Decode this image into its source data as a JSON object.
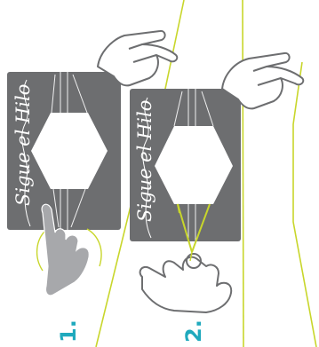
{
  "colors": {
    "card": "#6d6e70",
    "card_dark": "#5f6062",
    "hexagon": "#ffffff",
    "thread": "#c8d62b",
    "hand_fill": "#ffffff",
    "hand_outline": "#6d6e70",
    "hand_gray": "#a7a8ab",
    "step_number": "#1fa9bd",
    "line_art": "#ffffff"
  },
  "steps": [
    {
      "number": "1.",
      "card_title": "Sigue el Hilo",
      "hand_top": "hand-holding-thread-icon",
      "hand_bottom": "hand-pinching-thread-icon"
    },
    {
      "number": "2.",
      "card_title": "Sigue el Hilo",
      "hand_top": "hand-holding-thread-icon",
      "hand_bottom": "hand-pinching-thread-icon"
    }
  ]
}
